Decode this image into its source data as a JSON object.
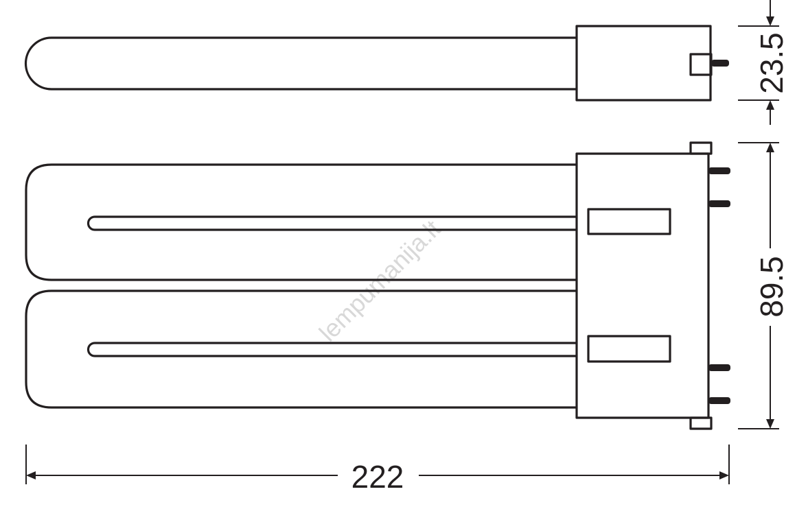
{
  "dimensions": {
    "length": "222",
    "width": "89.5",
    "depth": "23.5"
  },
  "watermark": "lempumanija.lt",
  "colors": {
    "line": "#231f20",
    "background": "#ffffff",
    "watermark": "#d8d8d8"
  }
}
